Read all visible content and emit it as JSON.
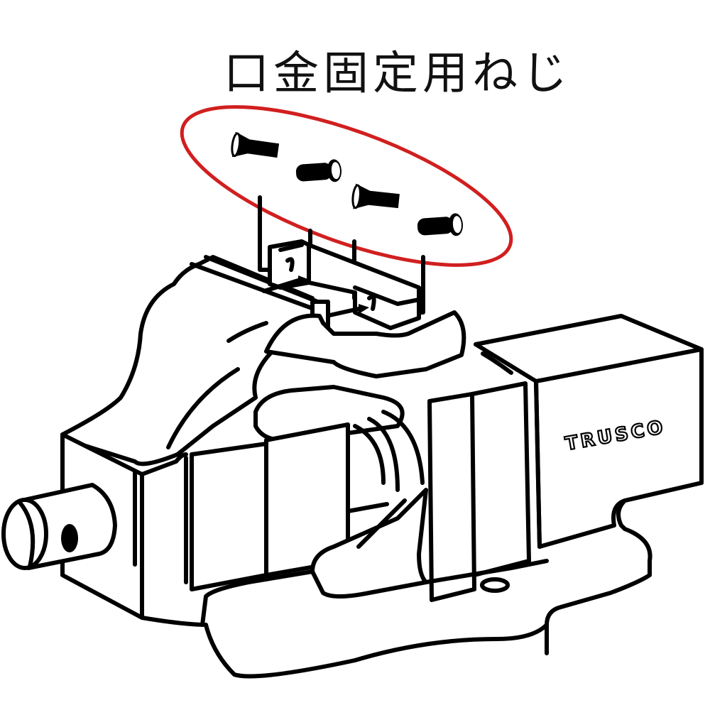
{
  "title": "口金固定用ねじ",
  "brand_label": "TRUSCO",
  "colors": {
    "highlight_ellipse": "#d11f1f",
    "line": "#000000",
    "background": "#ffffff"
  },
  "diagram": {
    "subject": "bench vise",
    "highlight": {
      "shape": "ellipse",
      "encloses": "jaw-plate-fixing-screws",
      "screw_count": 4
    },
    "parts": [
      {
        "id": "screw-1",
        "type": "countersunk-screw"
      },
      {
        "id": "screw-2",
        "type": "pan-head-screw"
      },
      {
        "id": "screw-3",
        "type": "countersunk-screw"
      },
      {
        "id": "screw-4",
        "type": "pan-head-screw"
      },
      {
        "id": "jaw-plate-left",
        "type": "jaw-plate"
      },
      {
        "id": "jaw-plate-right",
        "type": "jaw-plate"
      },
      {
        "id": "fixed-jaw-body",
        "type": "vise-body"
      },
      {
        "id": "movable-jaw",
        "type": "vise-jaw"
      },
      {
        "id": "spindle-end",
        "type": "screw-spindle"
      },
      {
        "id": "base",
        "type": "mounting-base"
      }
    ]
  }
}
